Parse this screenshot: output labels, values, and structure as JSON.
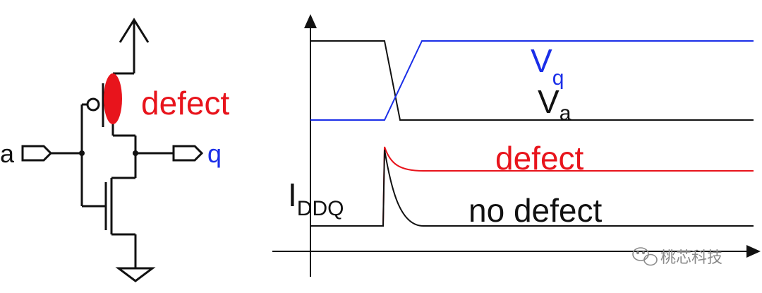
{
  "colors": {
    "ink": "#111111",
    "defect": "#e8141c",
    "signal_q": "#1a2ee8",
    "watermark": "#8a8a8a"
  },
  "circuit": {
    "input_label": "a",
    "output_label": "q",
    "defect_label": "defect",
    "icons": [
      "vdd-arrow-icon",
      "ground-icon",
      "input-port-icon",
      "output-port-icon"
    ]
  },
  "waveform": {
    "voltage": {
      "q_label_main": "V",
      "q_label_sub": "q",
      "a_label_main": "V",
      "a_label_sub": "a"
    },
    "current": {
      "label_main": "I",
      "label_sub": "DDQ",
      "defect_label": "defect",
      "no_defect_label": "no defect"
    }
  },
  "watermark": {
    "text": "桃芯科技",
    "icon": "wechat-icon"
  }
}
